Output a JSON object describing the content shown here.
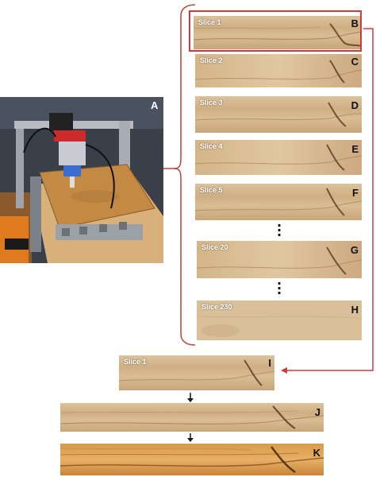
{
  "panels": {
    "A": "A",
    "B": "B",
    "C": "C",
    "D": "D",
    "E": "E",
    "F": "F",
    "G": "G",
    "H": "H",
    "I": "I",
    "J": "J",
    "K": "K"
  },
  "slices": {
    "b": "Slice 1",
    "c": "Slice 2",
    "d": "Slice 3",
    "e": "Slice 4",
    "f": "Slice 5",
    "g": "Slice 20",
    "h": "Slice 230",
    "i": "Slice 1"
  },
  "colors": {
    "highlight": "#d23a3a",
    "bracket": "#b5473a",
    "wood_base": "#d6b88e"
  }
}
